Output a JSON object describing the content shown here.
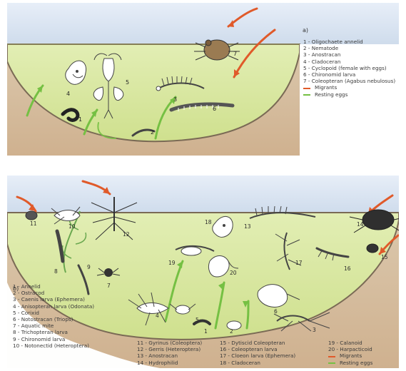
{
  "colors": {
    "sky": "#dfe9f4",
    "water": "#dce8a8",
    "soil": "#d7c1a4",
    "migrant_arrow": "#e05a2a",
    "resting_arrow": "#75c043"
  },
  "panel_a": {
    "panel_label": "a)",
    "figure_numbers": [
      "1",
      "2",
      "3",
      "4",
      "5",
      "6",
      "7"
    ],
    "legend": [
      "1 - Oligochaete annelid",
      "2 - Nematode",
      "3 - Anostracan",
      "4 - Cladoceran",
      "5 - Cyclopoid (female with eggs)",
      "6 - Chironomid larva",
      "7 - Coleopteran (Agabus nebulosus)"
    ],
    "key": [
      {
        "label": "Migrants",
        "color": "#e05a2a"
      },
      {
        "label": "Resting eggs",
        "color": "#75c043"
      }
    ]
  },
  "panel_b": {
    "panel_label": "b)",
    "figure_numbers": [
      "1",
      "2",
      "3",
      "4",
      "5",
      "6",
      "7",
      "8",
      "9",
      "10",
      "11",
      "12",
      "13",
      "14",
      "15",
      "16",
      "17",
      "18",
      "19",
      "20"
    ],
    "legend_col1": [
      "1 - Annelid",
      "2 - Ostracod",
      "3 - Caenis larva (Ephemera)",
      "4 - Anisopteran larva (Odonata)",
      "5 - Corixid",
      "6 - Notostracan (Triops)",
      "7 - Aquatic mite",
      "8 - Trichopteran larva",
      "9 - Chironomid larva",
      "10 - Notonectid (Heteroptera)"
    ],
    "legend_col2": [
      "11 - Gyrinus (Coleoptera)",
      "12 - Gerris (Heteroptera)",
      "13 - Anostracan",
      "14 - Hydrophilid"
    ],
    "legend_col3": [
      "15 - Dytiscid Coleopteran",
      "16 - Coleopteran larva",
      "17 - Cloeon larva (Ephemera)",
      "18 - Cladoceran"
    ],
    "legend_col4": [
      "19 - Calanoid",
      "20 - Harpacticoid"
    ],
    "key": [
      {
        "label": "Migrants",
        "color": "#e05a2a"
      },
      {
        "label": "Resting eggs",
        "color": "#75c043"
      }
    ]
  }
}
